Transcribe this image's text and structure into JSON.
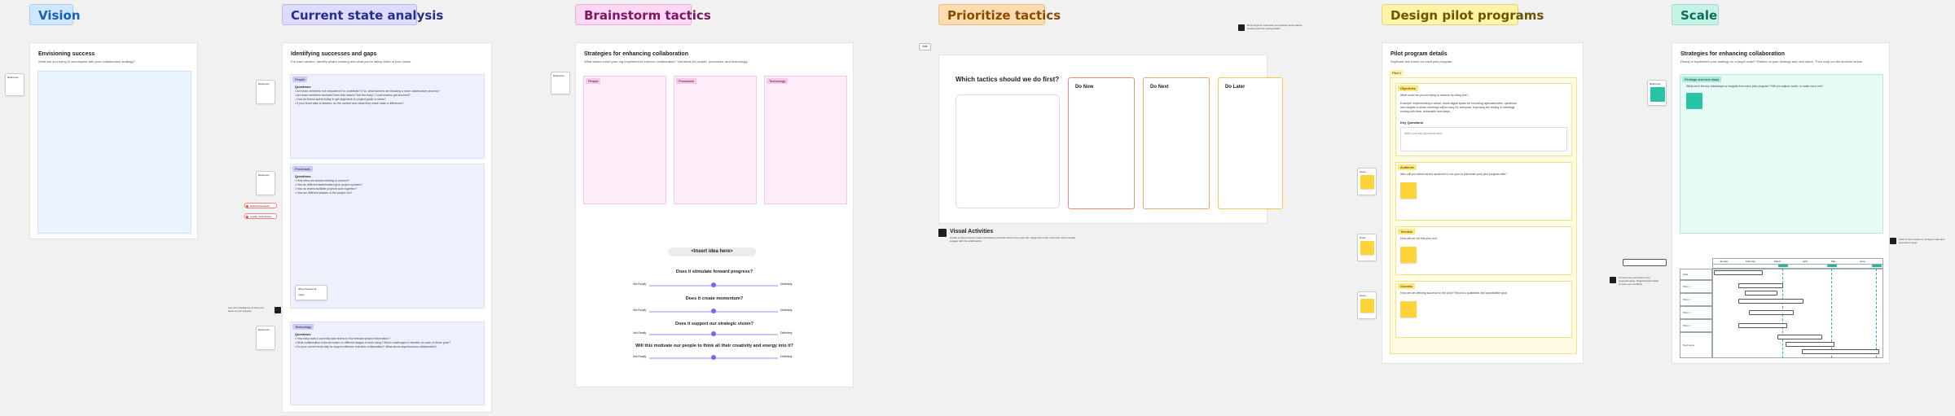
{
  "sections": {
    "vision": {
      "label": "Vision",
      "bg": "#cfe8ff",
      "fg": "#1a5fb4"
    },
    "current": {
      "label": "Current state analysis",
      "bg": "#dcdcff",
      "fg": "#2b2b8a"
    },
    "brainstorm": {
      "label": "Brainstorm tactics",
      "bg": "#ffd6f3",
      "fg": "#7a1763"
    },
    "prioritize": {
      "label": "Prioritize tactics",
      "bg": "#ffdcae",
      "fg": "#8a4a00"
    },
    "pilot": {
      "label": "Design pilot programs",
      "bg": "#fff3a6",
      "fg": "#6b5600"
    },
    "scale": {
      "label": "Scale",
      "bg": "#c6f3e7",
      "fg": "#0e6b57"
    }
  },
  "vision_frame": {
    "title": "Envisioning success",
    "subtitle": "What are you trying to accomplish with your collaboration strategy?",
    "note": "Reference"
  },
  "current_frame": {
    "title": "Identifying successes and gaps",
    "subtitle": "For each section, identify what's working and what you're falling short of your vision.",
    "people": {
      "tag": "People",
      "heading": "Questions",
      "items": [
        "• Are team members 'not empowered' to contribute? If so, what barriers are blocking a more collaborative process?",
        "• Are team members excluded from their teams? Are the busy? Could leaders get involved?",
        "• How do teams spend today to get alignment on project goals or ideas?",
        "• If your team talks to leaders, do the content and ideas they share make a difference?"
      ]
    },
    "process": {
      "tag": "Processes",
      "heading": "Questions",
      "items": [
        "• How often are teams meeting to connect?",
        "• How do different stakeholders give project updates?",
        "• How do teams facilitate projects work together?",
        "• How are different phases of the project run?"
      ]
    },
    "technology": {
      "tag": "Technology",
      "heading": "Questions",
      "items": [
        "• How easy does it currently take teams to find relevant project information?",
        "• What collaboration tools are teams in different stages of work using? Which challenges or benefits do each of these pose?",
        "• Do your current tools help to support effective real-time collaboration? What about asynchronous collaboration?"
      ]
    },
    "notes": [
      "Reference",
      "Reference",
      "Reference"
    ],
    "badges": [
      "Hybrid experience",
      "Leader involvement"
    ],
    "hint": "Use AI in Intelligence to kick your ideas to your projects.",
    "popup": [
      "Show framework",
      "Insert"
    ]
  },
  "brainstorm_frame": {
    "title": "Strategies for enhancing collaboration",
    "subtitle": "What tactics could your org implement to improve collaboration? List ideas for people, processes, and technology.",
    "columns": [
      "People",
      "Processes",
      "Technology"
    ],
    "note": "Reference",
    "idea_pill": "<Insert idea here>",
    "questions": [
      "Does it stimulate forward progress?",
      "Does it create momentum?",
      "Does it support our strategic vision?",
      "Will this motivate our people to think all their creativity and energy into it?"
    ],
    "slider_left": "Not Really",
    "slider_right": "Definitely",
    "slider_values": [
      0.5,
      0.5,
      0.5,
      0.5
    ]
  },
  "prioritize_frame": {
    "question": "Which tactics should we do first?",
    "columns": [
      "Do Now",
      "Do Next",
      "Do Later"
    ],
    "column_colors": [
      "#f08a7d",
      "#f0a860",
      "#f6c55a"
    ],
    "hint_top": "Don't forget to customize your activity and to add a heading with the voting details.",
    "tag": "Vote",
    "visual_title": "Visual Activities",
    "visual_desc": "Create a shared activity board participants pick their dots to vote and rate, categorize cards, and more. Then visually engage with the collaboration."
  },
  "pilot_frame": {
    "title": "Pilot program details",
    "subtitle": "Duplicate this frame for each pilot program.",
    "pilot_tag": "Pilot 1",
    "objectives_tag": "Objectives",
    "objectives_q": "What could we you be trying to achieve by doing this?",
    "objectives_example": "Example: Implementing a virtual, visual digital space for recording agendas/notes, questions, and insights to share meetings will be easy for everyone, improving the feeling of meetings ending with clear, actionable next steps.",
    "key_questions_tag": "Key Questions",
    "key_questions_placeholder": "Write your key questions here",
    "audience_tag": "Audience",
    "audience_q": "Who will you select as the audience to run your to pilot tests your pilot program with?",
    "timeline_tag": "Timeline",
    "timeline_q": "How will we roll this pilot out?",
    "success_tag": "Success",
    "success_q": "How are we defining success for the pilot? Record a qualitative and quantitative goal.",
    "notes": [
      "Notes",
      "Notes",
      "Notes"
    ]
  },
  "scale_frame": {
    "title": "Strategies for enhancing collaboration",
    "subtitle": "Ready to implement your strategy on a larger scale? Reflect on your findings and next steps. Then map out the timeline below.",
    "tag": "Findings and next steps",
    "question": "What were the key takeaways or insights from each pilot program? Will you adjust, scale, or scale each one?",
    "hint_right": "Click on the timeline to configure start and stop dates range.",
    "hint_left": "Connect any card task to any project/timeline, Drag/drop/add tasks to work your workflow.",
    "gantt_months": [
      "",
      "January",
      "February",
      "March",
      "April",
      "May",
      "June"
    ],
    "gantt_rows": [
      "Task",
      "Pilot 1",
      "Pilot 2",
      "Pilot 3",
      "Pilot 4",
      "Next steps"
    ],
    "note": "Reference"
  }
}
